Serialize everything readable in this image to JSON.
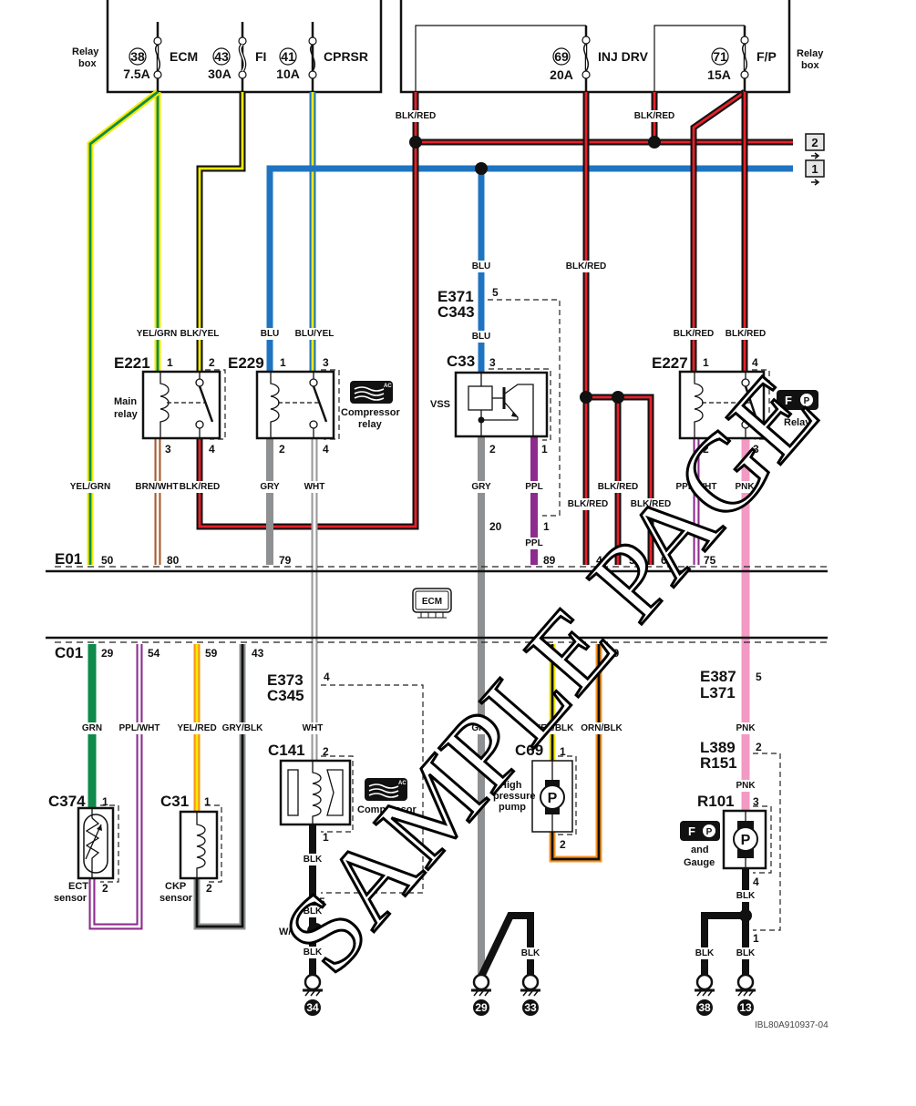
{
  "diagram": {
    "code": "IBL80A910937-04",
    "watermark": "SAMPLE PAGE",
    "colors": {
      "black": "#111111",
      "red": "#e8202a",
      "yellow": "#f4ea00",
      "green": "#0e8a4a",
      "blue": "#1f74c2",
      "gray": "#8e9092",
      "purple": "#8d2c8e",
      "brown": "#a8592a",
      "pink": "#f39ac4",
      "orange": "#f7931e",
      "white": "#ffffff"
    }
  },
  "relay_box_left": {
    "label_line1": "Relay",
    "label_line2": "box",
    "fuses": [
      {
        "number": "38",
        "rating": "7.5A",
        "name": "ECM"
      },
      {
        "number": "43",
        "rating": "30A",
        "name": "FI"
      },
      {
        "number": "41",
        "rating": "10A",
        "name": "CPRSR"
      }
    ]
  },
  "relay_box_right": {
    "label_line1": "Relay",
    "label_line2": "box",
    "fuses": [
      {
        "number": "69",
        "rating": "20A",
        "name": "INJ DRV"
      },
      {
        "number": "71",
        "rating": "15A",
        "name": "F/P"
      }
    ]
  },
  "continuations": [
    {
      "number": "2"
    },
    {
      "number": "1"
    }
  ],
  "wire_labels": {
    "blk_red": "BLK/RED",
    "yel_grn": "YEL/GRN",
    "blk_yel": "BLK/YEL",
    "blu": "BLU",
    "blu_yel": "BLU/YEL",
    "brn_wht": "BRN/WHT",
    "gry": "GRY",
    "wht": "WHT",
    "ppl": "PPL",
    "ppl_wht": "PPL/WHT",
    "pnk": "PNK",
    "grn": "GRN",
    "yel_red": "YEL/RED",
    "gry_blk": "GRY/BLK",
    "yel_blk": "YEL/BLK",
    "orn_blk": "ORN/BLK",
    "blk": "BLK"
  },
  "components": {
    "main_relay": {
      "connector": "E221",
      "name_line1": "Main",
      "name_line2": "relay",
      "pins": [
        "1",
        "2",
        "3",
        "4"
      ]
    },
    "compressor_relay": {
      "connector": "E229",
      "name_line1": "Compressor",
      "name_line2": "relay",
      "pins": [
        "1",
        "3",
        "2",
        "4"
      ]
    },
    "vss": {
      "connector": "C33",
      "name": "VSS",
      "pins": [
        "3",
        "2",
        "1"
      ]
    },
    "fp_relay": {
      "connector": "E227",
      "name": "Relay",
      "pins": [
        "1",
        "4",
        "2",
        "3"
      ]
    },
    "ect_sensor": {
      "connector": "C374",
      "name_line1": "ECT",
      "name_line2": "sensor",
      "pins": [
        "1",
        "2"
      ]
    },
    "ckp_sensor": {
      "connector": "C31",
      "name_line1": "CKP",
      "name_line2": "sensor",
      "pins": [
        "1",
        "2"
      ]
    },
    "compressor": {
      "connector": "C141",
      "name": "Compressor",
      "pins": [
        "2",
        "1"
      ]
    },
    "hp_pump": {
      "connector": "C69",
      "name_line1": "High",
      "name_line2": "pressure",
      "name_line3": "pump",
      "pins": [
        "1",
        "2"
      ]
    },
    "fuel_pump": {
      "connector": "R101",
      "name_line1": "and",
      "name_line2": "Gauge",
      "pins": [
        "3",
        "4"
      ]
    }
  },
  "inline_connectors": {
    "e371": {
      "top": "E371",
      "bottom": "C343",
      "pin": "5"
    },
    "e373": {
      "top": "E373",
      "bottom": "C345",
      "pin": "4"
    },
    "e387": {
      "top": "E387",
      "bottom": "L371",
      "pin": "5"
    },
    "l389": {
      "top": "L389",
      "bottom": "R151",
      "pin": "2"
    },
    "vss_mid": {
      "pins": [
        "20",
        "1"
      ]
    },
    "ws": {
      "label": "W/S",
      "pin": "5"
    },
    "r101_bottom": {
      "pin": "1"
    }
  },
  "ecm": {
    "label": "ECM",
    "e01": {
      "connector": "E01",
      "pins": [
        "50",
        "80",
        "79",
        "89",
        "4",
        "5",
        "6",
        "75"
      ]
    },
    "c01": {
      "connector": "C01",
      "pins": [
        "29",
        "54",
        "59",
        "43",
        "4",
        "20"
      ]
    }
  },
  "grounds": [
    "34",
    "29",
    "33",
    "38",
    "13"
  ],
  "icons": {
    "ac": "AC",
    "fp_f": "F",
    "fp_p": "P"
  }
}
